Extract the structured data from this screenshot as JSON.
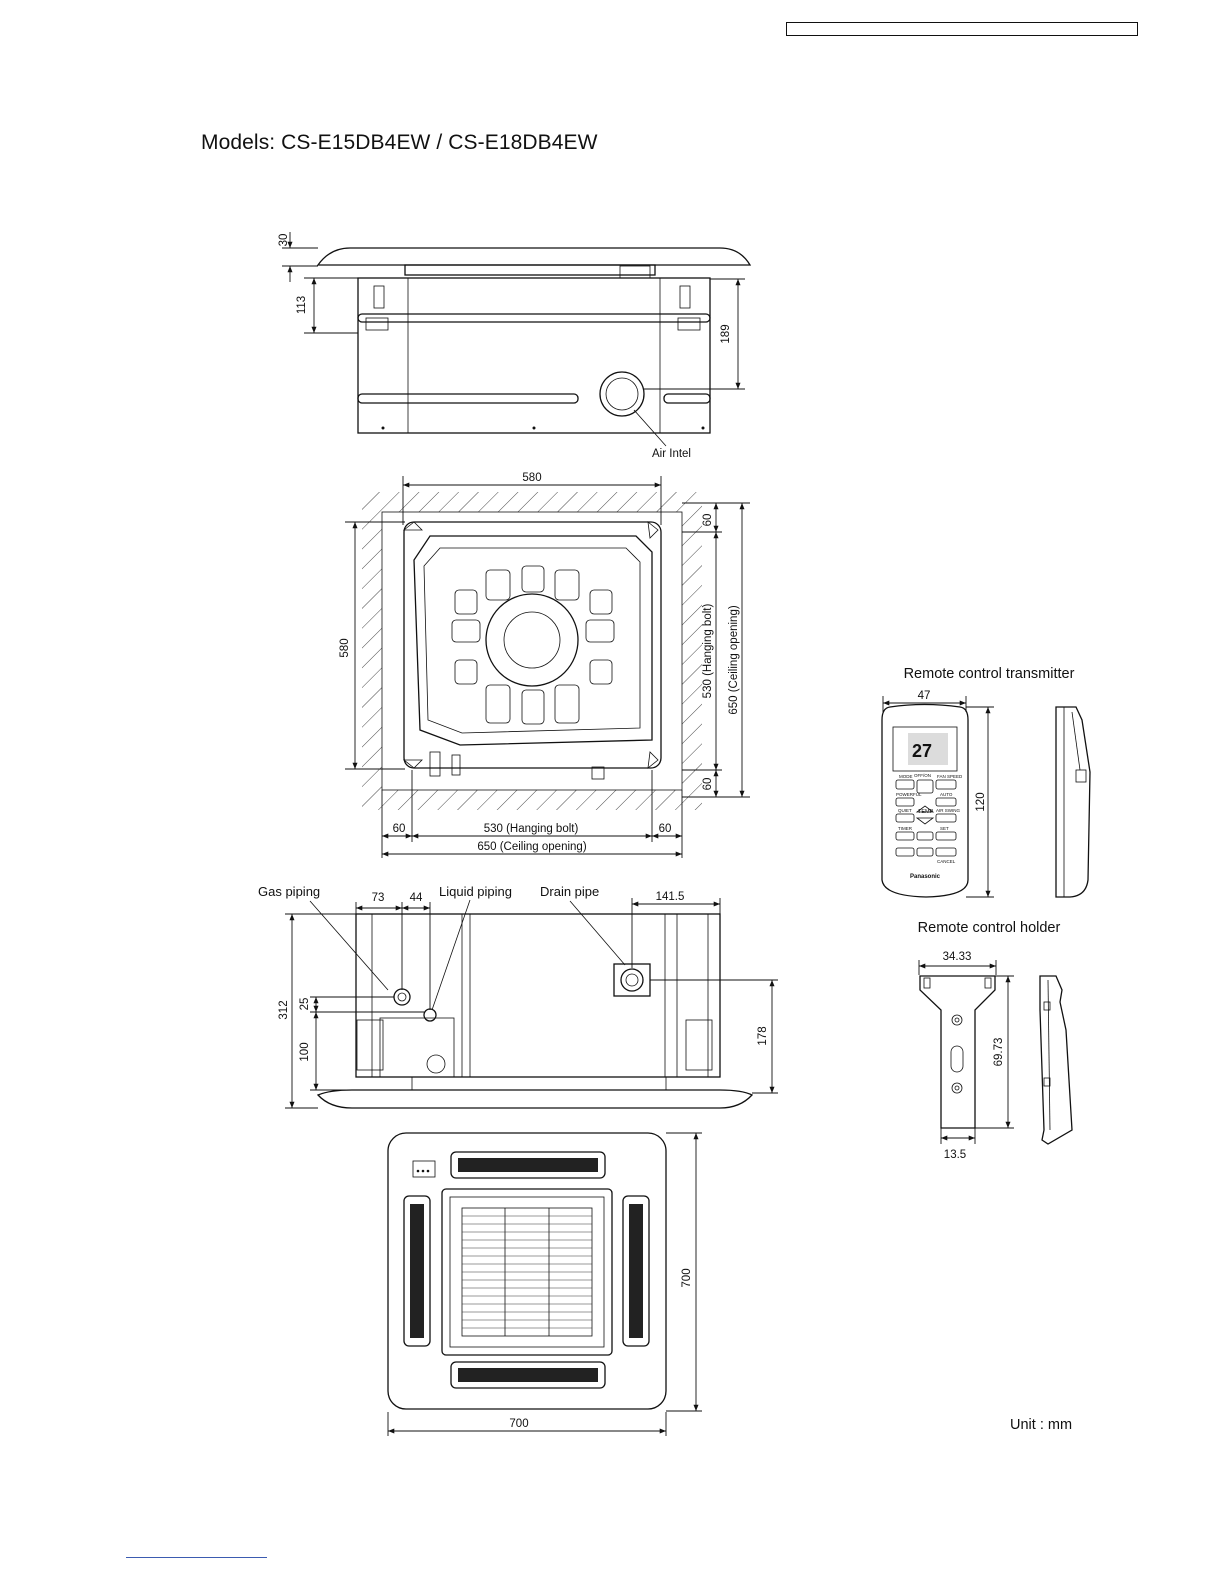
{
  "header": {
    "box_text": ""
  },
  "title": "Models: CS-E15DB4EW / CS-E18DB4EW",
  "side_view": {
    "dim_top": "30",
    "dim_body": "113",
    "dim_height": "189",
    "air_inlet_label": "Air Intel"
  },
  "top_view": {
    "dim_width": "580",
    "dim_height": "580",
    "dim_margin_top": "60",
    "dim_margin_bottom": "60",
    "dim_hanging_v": "530 (Hanging bolt)",
    "dim_ceiling_v": "650 (Ceiling opening)",
    "dim_margin_left": "60",
    "dim_margin_right": "60",
    "dim_hanging_h": "530 (Hanging bolt)",
    "dim_ceiling_h": "650 (Ceiling opening)"
  },
  "front_view": {
    "gas_label": "Gas piping",
    "liquid_label": "Liquid piping",
    "drain_label": "Drain pipe",
    "dim_73": "73",
    "dim_44": "44",
    "dim_141": "141.5",
    "dim_312": "312",
    "dim_25": "25",
    "dim_100": "100",
    "dim_178": "178"
  },
  "panel_view": {
    "dim_w": "700",
    "dim_h": "700"
  },
  "remote": {
    "title": "Remote control transmitter",
    "dim_width": "47",
    "dim_height": "120",
    "display_temp": "27",
    "brand": "Panasonic",
    "buttons": [
      "MODE",
      "OFF/ON",
      "FAN SPEED",
      "POWERFUL",
      "AUTO",
      "QUIET",
      "TEMP",
      "AIR SWING",
      "TIMER",
      "SET",
      "CANCEL"
    ]
  },
  "holder": {
    "title": "Remote control holder",
    "dim_w": "34.33",
    "dim_h": "69.73",
    "dim_b": "13.5"
  },
  "unit_label": "Unit : mm"
}
